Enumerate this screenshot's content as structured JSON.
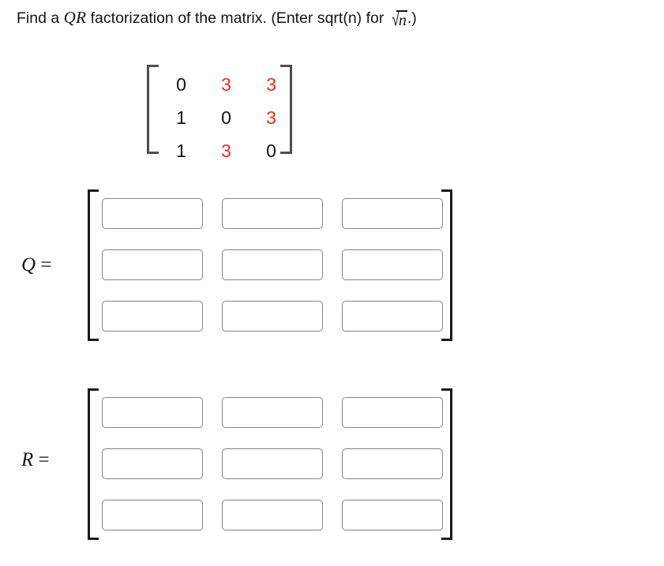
{
  "question": {
    "text_part1": "Find a ",
    "emphasis": "QR",
    "text_part2": " factorization of the matrix. (Enter sqrt(n) for ",
    "radical_sign": "√",
    "radical_operand": "n",
    "text_part3": ".)"
  },
  "given_matrix": {
    "name": "coefficient-matrix",
    "rows": [
      [
        {
          "value": "0",
          "color": "#141414"
        },
        {
          "value": "3",
          "color": "#ee2b1c"
        },
        {
          "value": "3",
          "color": "#ee2b1c"
        }
      ],
      [
        {
          "value": "1",
          "color": "#141414"
        },
        {
          "value": "0",
          "color": "#141414"
        },
        {
          "value": "3",
          "color": "#ee2b1c"
        }
      ],
      [
        {
          "value": "1",
          "color": "#141414"
        },
        {
          "value": "3",
          "color": "#ee2b1c"
        },
        {
          "value": "0",
          "color": "#141414"
        }
      ]
    ]
  },
  "answers": [
    {
      "id": "Q",
      "label_var": "Q",
      "label_eq": " =",
      "cells": [
        {
          "row": 1,
          "col": 1,
          "value": "",
          "placeholder": ""
        },
        {
          "row": 1,
          "col": 2,
          "value": "",
          "placeholder": ""
        },
        {
          "row": 1,
          "col": 3,
          "value": "",
          "placeholder": ""
        },
        {
          "row": 2,
          "col": 1,
          "value": "",
          "placeholder": ""
        },
        {
          "row": 2,
          "col": 2,
          "value": "",
          "placeholder": ""
        },
        {
          "row": 2,
          "col": 3,
          "value": "",
          "placeholder": ""
        },
        {
          "row": 3,
          "col": 1,
          "value": "",
          "placeholder": ""
        },
        {
          "row": 3,
          "col": 2,
          "value": "",
          "placeholder": ""
        },
        {
          "row": 3,
          "col": 3,
          "value": "",
          "placeholder": ""
        }
      ]
    },
    {
      "id": "R",
      "label_var": "R",
      "label_eq": " =",
      "cells": [
        {
          "row": 1,
          "col": 1,
          "value": "",
          "placeholder": ""
        },
        {
          "row": 1,
          "col": 2,
          "value": "",
          "placeholder": ""
        },
        {
          "row": 1,
          "col": 3,
          "value": "",
          "placeholder": ""
        },
        {
          "row": 2,
          "col": 1,
          "value": "",
          "placeholder": ""
        },
        {
          "row": 2,
          "col": 2,
          "value": "",
          "placeholder": ""
        },
        {
          "row": 2,
          "col": 3,
          "value": "",
          "placeholder": ""
        },
        {
          "row": 3,
          "col": 1,
          "value": "",
          "placeholder": ""
        },
        {
          "row": 3,
          "col": 2,
          "value": "",
          "placeholder": ""
        },
        {
          "row": 3,
          "col": 3,
          "value": "",
          "placeholder": ""
        }
      ]
    }
  ],
  "colors": {
    "highlight_red": "#ee2b1c",
    "text": "#141414",
    "input_border": "#838383",
    "bracket": "#1a1a1a",
    "matrix_bracket": "#4d4d4d",
    "background": "#ffffff"
  }
}
